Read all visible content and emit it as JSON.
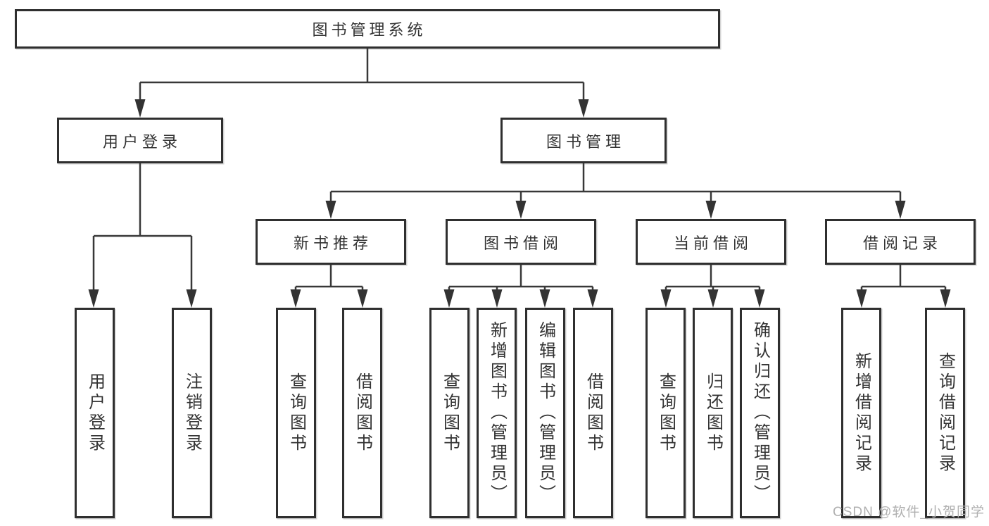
{
  "root": {
    "label": "图书管理系统"
  },
  "branches": [
    {
      "label": "用户登录"
    },
    {
      "label": "图书管理"
    }
  ],
  "modules": [
    {
      "label": "新书推荐"
    },
    {
      "label": "图书借阅"
    },
    {
      "label": "当前借阅"
    },
    {
      "label": "借阅记录"
    }
  ],
  "leaves": {
    "user_login": [
      {
        "label": "用户登录"
      },
      {
        "label": "注销登录"
      }
    ],
    "new_book": [
      {
        "label": "查询图书"
      },
      {
        "label": "借阅图书"
      }
    ],
    "book_borrow": [
      {
        "label": "查询图书"
      },
      {
        "label": "新增图书（管理员）"
      },
      {
        "label": "编辑图书（管理员）"
      },
      {
        "label": "借阅图书"
      }
    ],
    "current_borrow": [
      {
        "label": "查询图书"
      },
      {
        "label": "归还图书"
      },
      {
        "label": "确认归还（管理员）"
      }
    ],
    "borrow_records": [
      {
        "label": "新增借阅记录"
      },
      {
        "label": "查询借阅记录"
      }
    ]
  },
  "watermark": "CSDN @软件_小贺同学",
  "colors": {
    "line": "#383838",
    "box_border": "#2f2f2f",
    "text": "#333333",
    "watermark": "#b0b0b0",
    "background": "#ffffff"
  }
}
